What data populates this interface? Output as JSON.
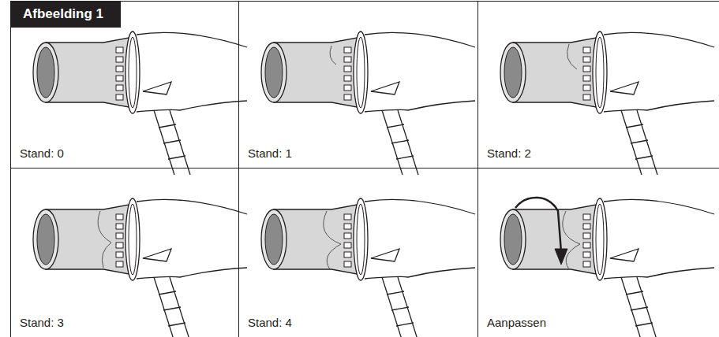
{
  "diagram": {
    "title": "Afbeelding 1",
    "nodes": [
      {
        "text": [
          "Stand: 0"
        ]
      },
      {
        "text": [
          "Stand: 1"
        ]
      },
      {
        "text": [
          "Stand: 2"
        ]
      },
      {
        "text": [
          "Stand: 3"
        ]
      },
      {
        "text": [
          "Stand: 4"
        ]
      },
      {
        "text": [
          "Aanpassen"
        ]
      }
    ]
  }
}
